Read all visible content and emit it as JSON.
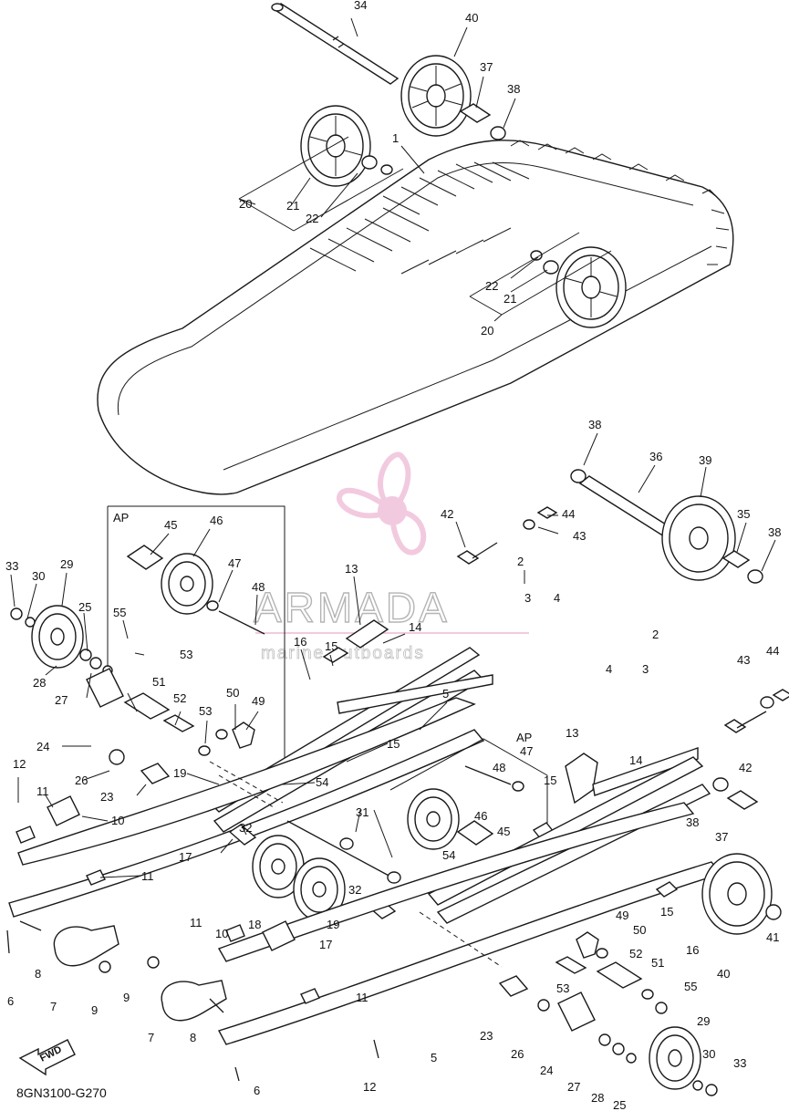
{
  "diagram": {
    "code": "8GN3100-G270",
    "fwd_label": "FWD",
    "ap_labels": [
      "AP",
      "AP"
    ],
    "watermark": {
      "brand": "ARMADA",
      "subtitle": "marine outboards",
      "logo_color": "#e8a0c8"
    },
    "callouts": [
      "34",
      "40",
      "37",
      "38",
      "1",
      "21",
      "22",
      "20",
      "22",
      "21",
      "20",
      "38",
      "36",
      "39",
      "42",
      "44",
      "43",
      "35",
      "38",
      "45",
      "46",
      "47",
      "48",
      "55",
      "53",
      "33",
      "30",
      "29",
      "25",
      "28",
      "27",
      "13",
      "14",
      "16",
      "15",
      "2",
      "3",
      "4",
      "51",
      "52",
      "50",
      "49",
      "53",
      "5",
      "15",
      "24",
      "26",
      "23",
      "19",
      "54",
      "12",
      "11",
      "10",
      "17",
      "32",
      "31",
      "11",
      "6",
      "8",
      "7",
      "9",
      "18",
      "19",
      "32",
      "17",
      "48",
      "47",
      "15",
      "46",
      "45",
      "54",
      "13",
      "14",
      "2",
      "4",
      "3",
      "43",
      "44",
      "42",
      "38",
      "37",
      "11",
      "10",
      "11",
      "9",
      "7",
      "8",
      "49",
      "50",
      "52",
      "51",
      "53",
      "55",
      "15",
      "16",
      "40",
      "41",
      "23",
      "26",
      "24",
      "5",
      "12",
      "6",
      "29",
      "30",
      "33",
      "27",
      "28",
      "25"
    ]
  }
}
